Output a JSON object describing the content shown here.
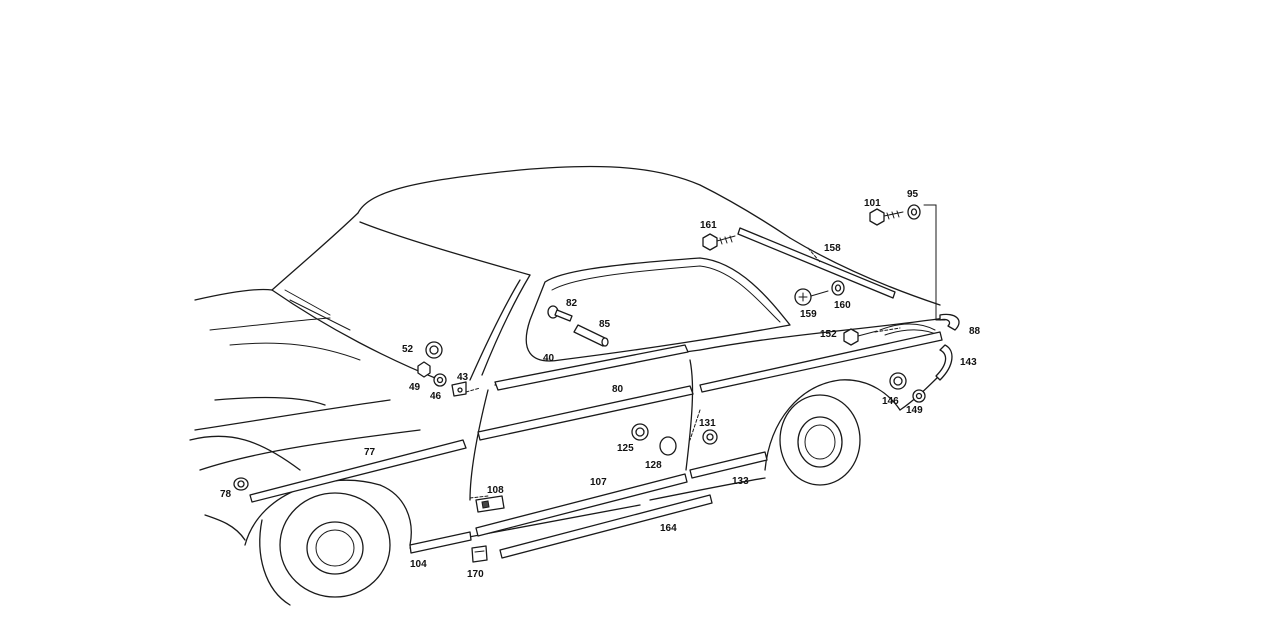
{
  "callouts": {
    "c40": "40",
    "c43": "43",
    "c46": "46",
    "c49": "49",
    "c52": "52",
    "c77": "77",
    "c78": "78",
    "c80": "80",
    "c82": "82",
    "c85": "85",
    "c88": "88",
    "c95": "95",
    "c101": "101",
    "c104": "104",
    "c107": "107",
    "c108": "108",
    "c125": "125",
    "c128": "128",
    "c131": "131",
    "c133": "133",
    "c143": "143",
    "c146": "146",
    "c149": "149",
    "c152": "152",
    "c158": "158",
    "c159": "159",
    "c160": "160",
    "c161": "161",
    "c164": "164",
    "c170": "170"
  }
}
